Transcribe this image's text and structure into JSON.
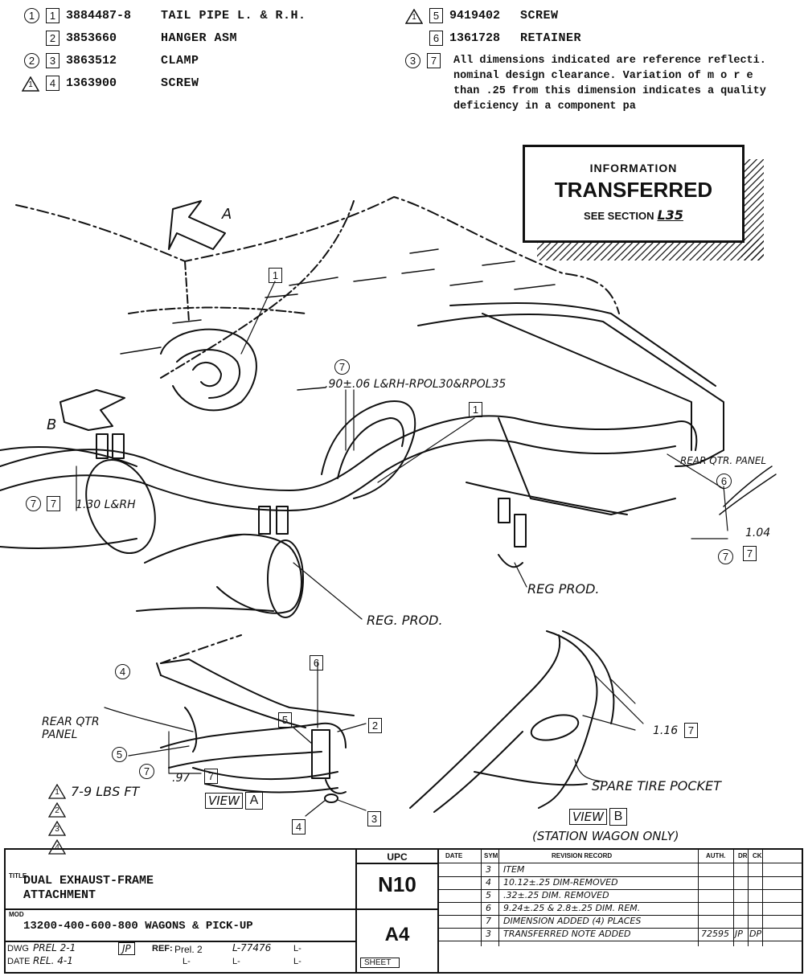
{
  "parts_list": {
    "left": [
      {
        "mark": "1",
        "mark_type": "circle",
        "item": "1",
        "part_no": "3884487-8",
        "desc": "TAIL PIPE L. & R.H."
      },
      {
        "mark": "",
        "mark_type": "none",
        "item": "2",
        "part_no": "3853660",
        "desc": "HANGER ASM"
      },
      {
        "mark": "2",
        "mark_type": "circle",
        "item": "3",
        "part_no": "3863512",
        "desc": "CLAMP"
      },
      {
        "mark": "1",
        "mark_type": "triangle",
        "item": "4",
        "part_no": "1363900",
        "desc": "SCREW"
      }
    ],
    "right": [
      {
        "mark": "1",
        "mark_type": "triangle",
        "item": "5",
        "part_no": "9419402",
        "desc": "SCREW"
      },
      {
        "mark": "",
        "mark_type": "none",
        "item": "6",
        "part_no": "1361728",
        "desc": "RETAINER"
      }
    ],
    "note": {
      "mark": "3",
      "item": "7",
      "lines": [
        "All dimensions indicated are reference reflecti.",
        "nominal design clearance.  Variation of m o r e",
        "than .25 from this dimension indicates a quality",
        "deficiency in a component pa"
      ]
    }
  },
  "info_box": {
    "line1": "INFORMATION",
    "line2": "TRANSFERRED",
    "line3": "SEE SECTION",
    "section": "L35"
  },
  "callouts": {
    "view_a_arrow": "A",
    "view_b_arrow": "B",
    "dim_top": ".90±.06 L&RH-RPOL30&RPOL35",
    "dim_left": "1.30 L&RH",
    "rear_qtr_panel_top": "REAR QTR. PANEL",
    "dim_104": "1.04",
    "reg_prod_right": "REG PROD.",
    "reg_prod_mid": "REG. PROD.",
    "item1_a": "1",
    "item1_b": "1",
    "item6_top": "6",
    "item7_top": "7",
    "item7_left_circ": "7",
    "item7_left_box": "7",
    "item7_right_circ": "7",
    "item7_right_box": "7"
  },
  "view_a": {
    "label": "VIEW",
    "letter": "A",
    "rear_qtr_panel": [
      "REAR QTR",
      "PANEL"
    ],
    "dim_97": ".97",
    "torque": "7-9 LBS FT",
    "item2": "2",
    "item3": "3",
    "item4": "4",
    "item4_circ": "4",
    "item5": "5",
    "item5_circ": "5",
    "item6": "6",
    "item7_circ": "7",
    "item7_box": "7",
    "tri_marks": [
      "1",
      "2",
      "3",
      "4"
    ]
  },
  "view_b": {
    "label": "VIEW",
    "letter": "B",
    "note": "(STATION WAGON ONLY)",
    "spare_tire": "SPARE TIRE POCKET",
    "dim_116": "1.16",
    "item7_box": "7"
  },
  "title_block": {
    "title_tag": "TITLE",
    "title_lines": [
      "DUAL EXHAUST-FRAME",
      "ATTACHMENT"
    ],
    "model_tag": "MOD",
    "model": "13200-400-600-800 WAGONS & PICK-UP",
    "dwg_label": "DWG",
    "dwg_value": "PREL 2-1",
    "date_label": "DATE",
    "date_value": "REL. 4-1",
    "initials": "JP",
    "ref_label": "REF:",
    "ref_value": "Prel. 2",
    "l_number": "L-77476",
    "l_blank": "L-",
    "upc_header": "UPC",
    "upc_value": "N10",
    "sheet_value": "A4",
    "sheet_label": "SHEET",
    "rev_headers": {
      "date": "DATE",
      "sym": "SYM",
      "record": "REVISION RECORD",
      "auth": "AUTH.",
      "dr": "DR",
      "ck": "CK"
    },
    "revisions": [
      {
        "date": "",
        "sym": "3",
        "record": "ITEM",
        "auth": "",
        "dr": "",
        "ck": ""
      },
      {
        "date": "",
        "sym": "4",
        "record": "10.12±.25 DIM-REMOVED",
        "auth": "",
        "dr": "",
        "ck": ""
      },
      {
        "date": "",
        "sym": "5",
        "record": ".32±.25 DIM. REMOVED",
        "auth": "",
        "dr": "",
        "ck": ""
      },
      {
        "date": "",
        "sym": "6",
        "record": "9.24±.25 & 2.8±.25 DIM. REM.",
        "auth": "",
        "dr": "",
        "ck": ""
      },
      {
        "date": "",
        "sym": "7",
        "record": "DIMENSION ADDED (4) PLACES",
        "auth": "",
        "dr": "",
        "ck": ""
      },
      {
        "date": "",
        "sym": "3",
        "record": "TRANSFERRED NOTE ADDED",
        "auth": "72595",
        "dr": "JP",
        "ck": "DP"
      }
    ]
  }
}
